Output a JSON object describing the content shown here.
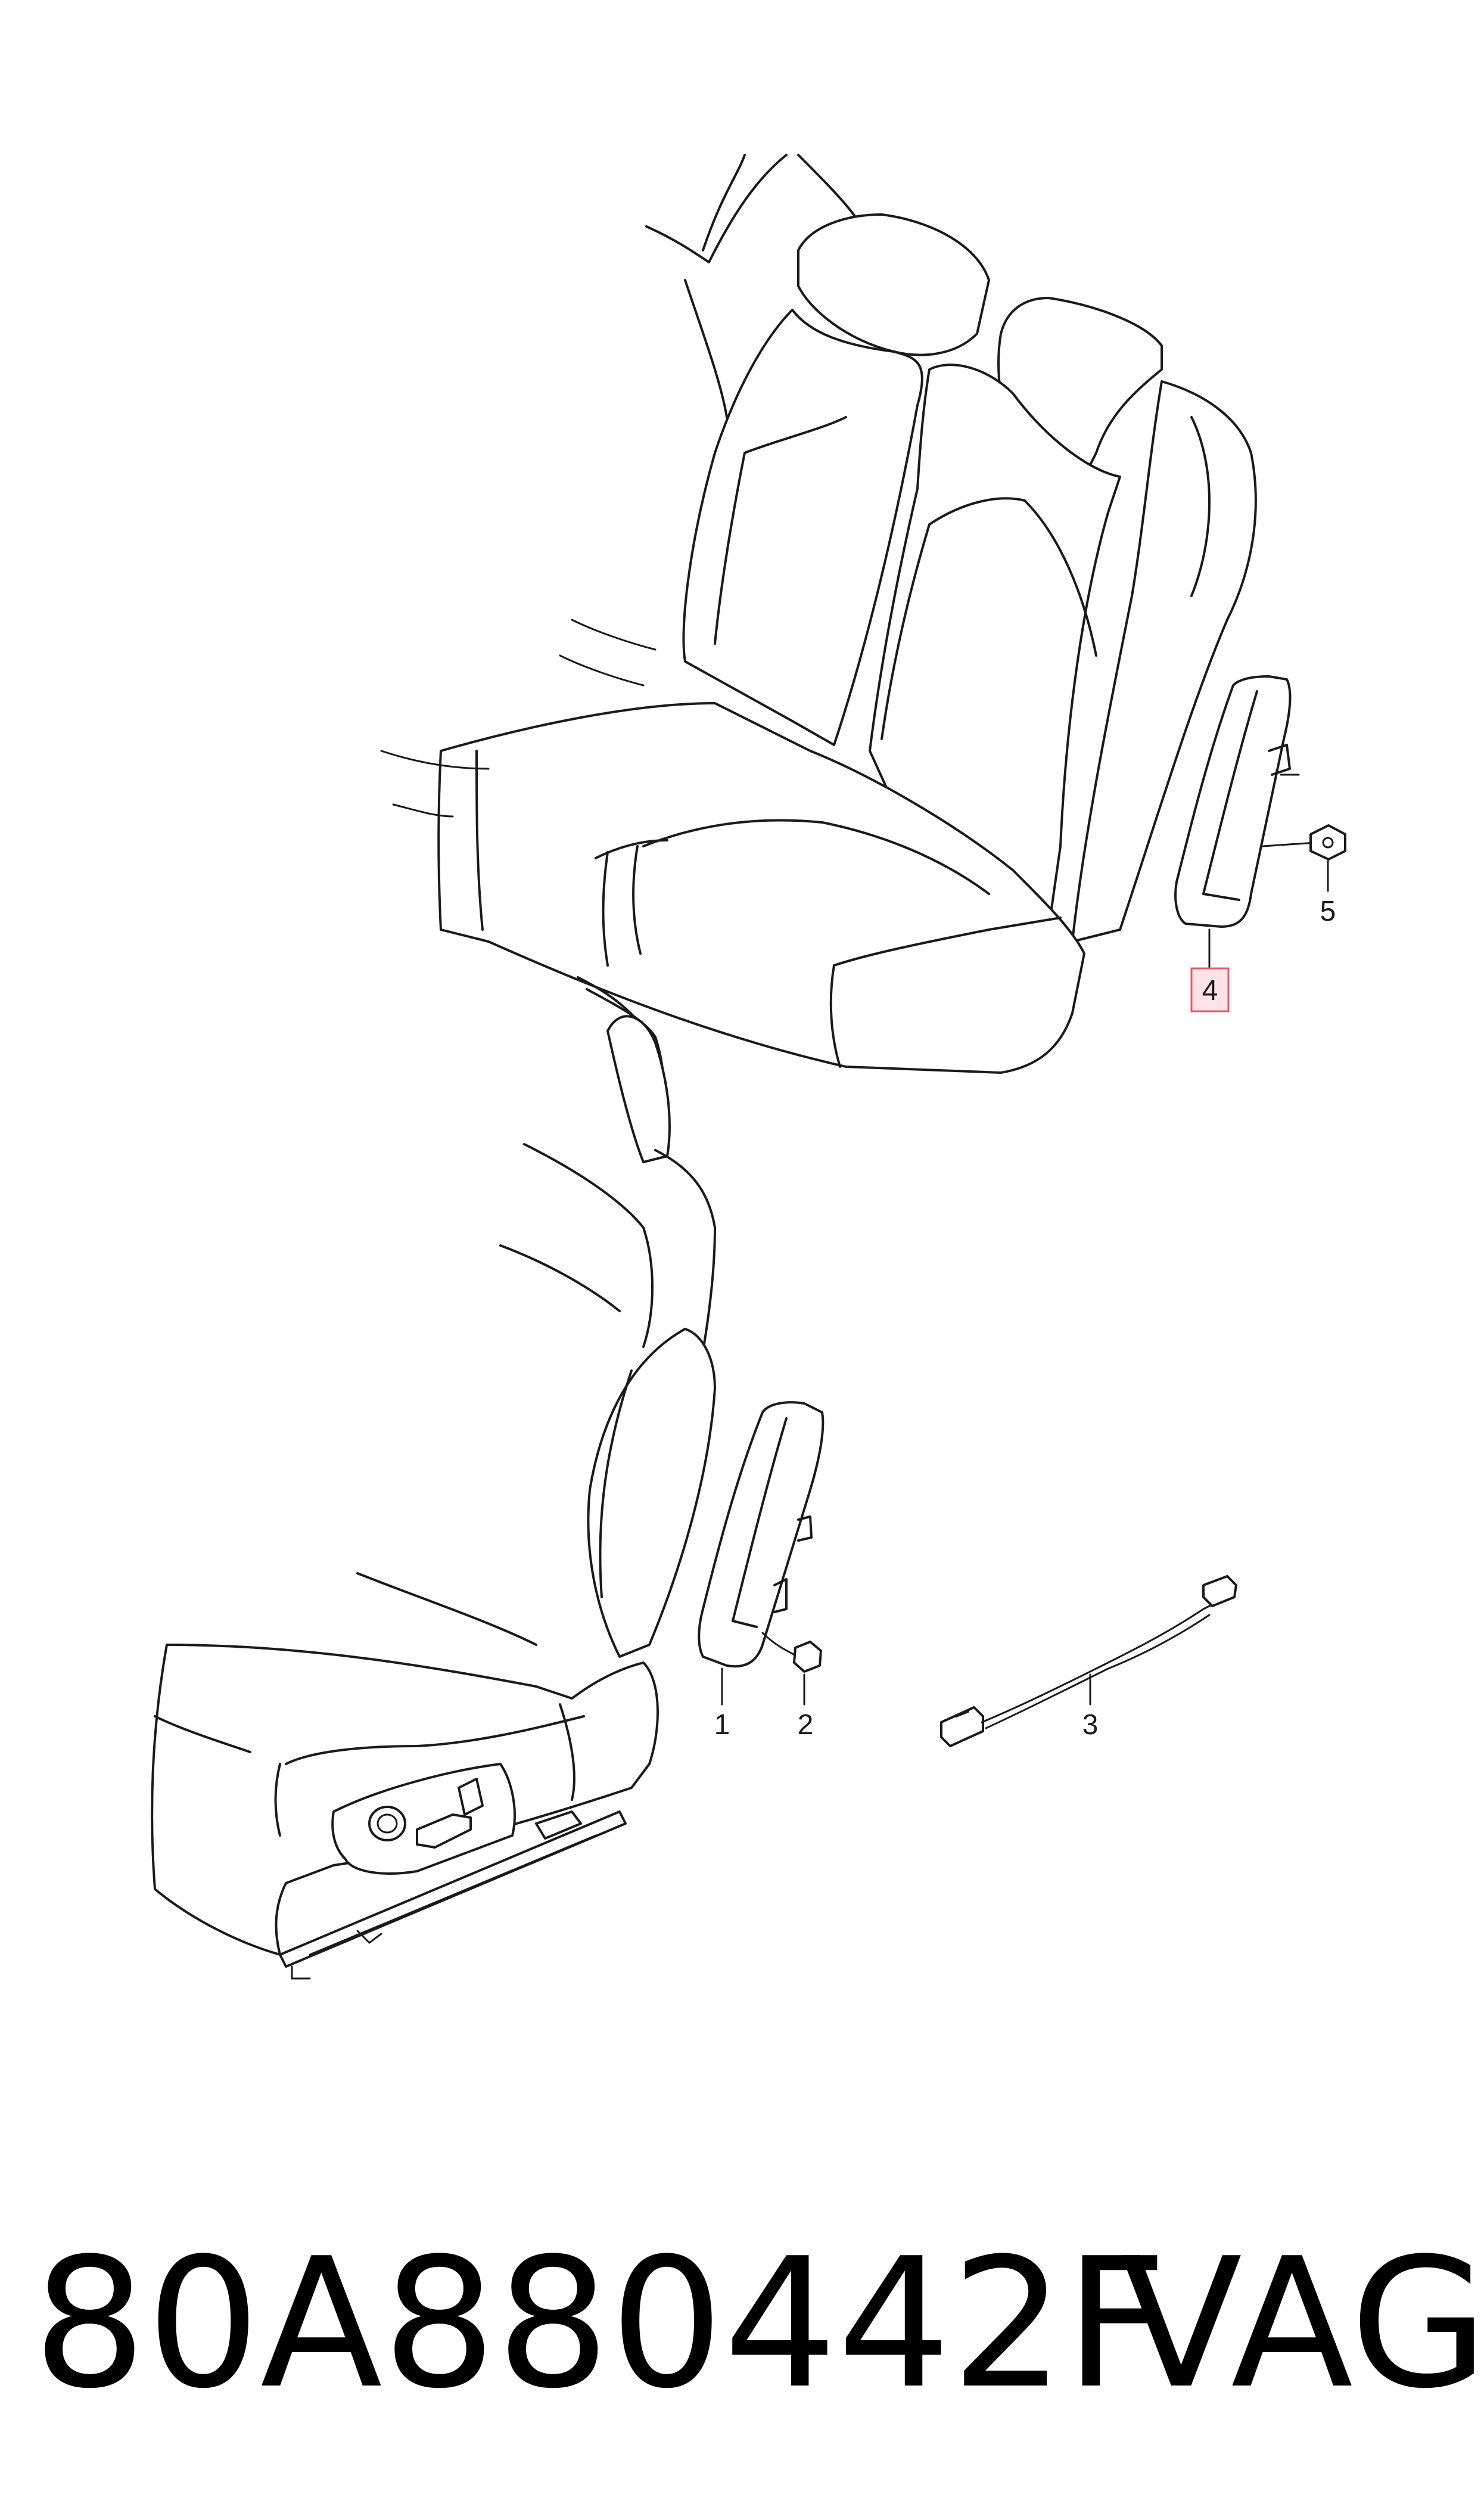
{
  "diagram": {
    "callouts": [
      {
        "id": "1",
        "label": "1"
      },
      {
        "id": "2",
        "label": "2"
      },
      {
        "id": "3",
        "label": "3"
      },
      {
        "id": "4",
        "label": "4",
        "highlighted": true
      },
      {
        "id": "5",
        "label": "5"
      }
    ],
    "highlight_color": "#ffe3e6"
  },
  "footer": {
    "part_number": "80A880442F",
    "brand": "VAG"
  }
}
